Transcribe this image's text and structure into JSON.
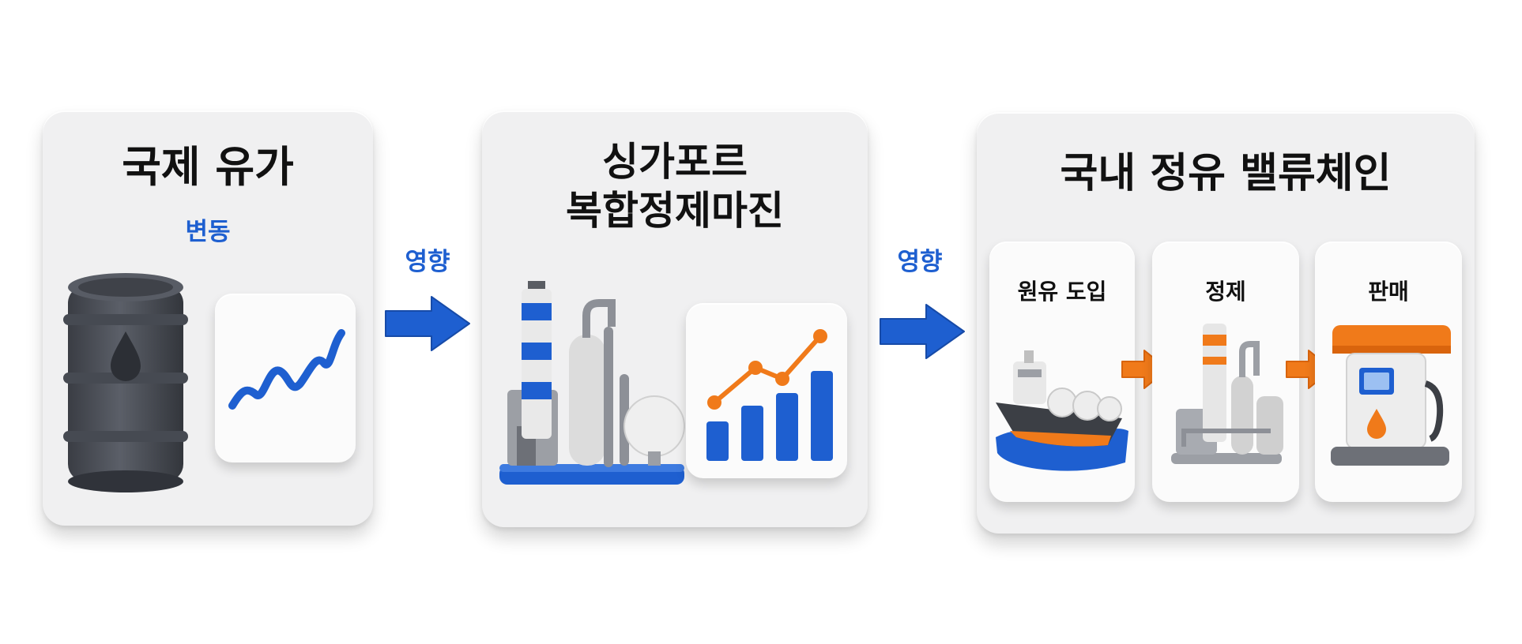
{
  "panels": [
    {
      "title": "국제 유가",
      "subtitle": "변동"
    },
    {
      "title_line1": "싱가포르",
      "title_line2": "복합정제마진"
    },
    {
      "title": "국내 정유 밸류체인",
      "steps": [
        {
          "label": "원유 도입"
        },
        {
          "label": "정제"
        },
        {
          "label": "판매"
        }
      ]
    }
  ],
  "connectors": [
    {
      "label": "영향"
    },
    {
      "label": "영향"
    }
  ],
  "colors": {
    "accent_blue": "#1e5fd0",
    "accent_orange": "#f07a1a",
    "barrel_gray": "#4b4f57",
    "card_bg": "#f0f0f1"
  },
  "icons": [
    "oil-barrel-icon",
    "zigzag-line-icon",
    "refinery-icon",
    "line-bar-chart-icon",
    "tanker-ship-icon",
    "small-refinery-icon",
    "fuel-pump-icon"
  ]
}
